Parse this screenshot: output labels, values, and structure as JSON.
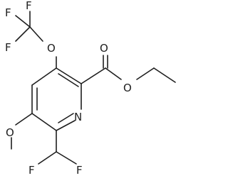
{
  "molecule": {
    "atoms": {
      "f1": "F",
      "f2": "F",
      "f3": "F",
      "o_ocf3": "O",
      "o_carbonyl": "O",
      "o_ester": "O",
      "n_ring": "N",
      "o_methoxy": "O",
      "f4": "F",
      "f5": "F"
    }
  }
}
